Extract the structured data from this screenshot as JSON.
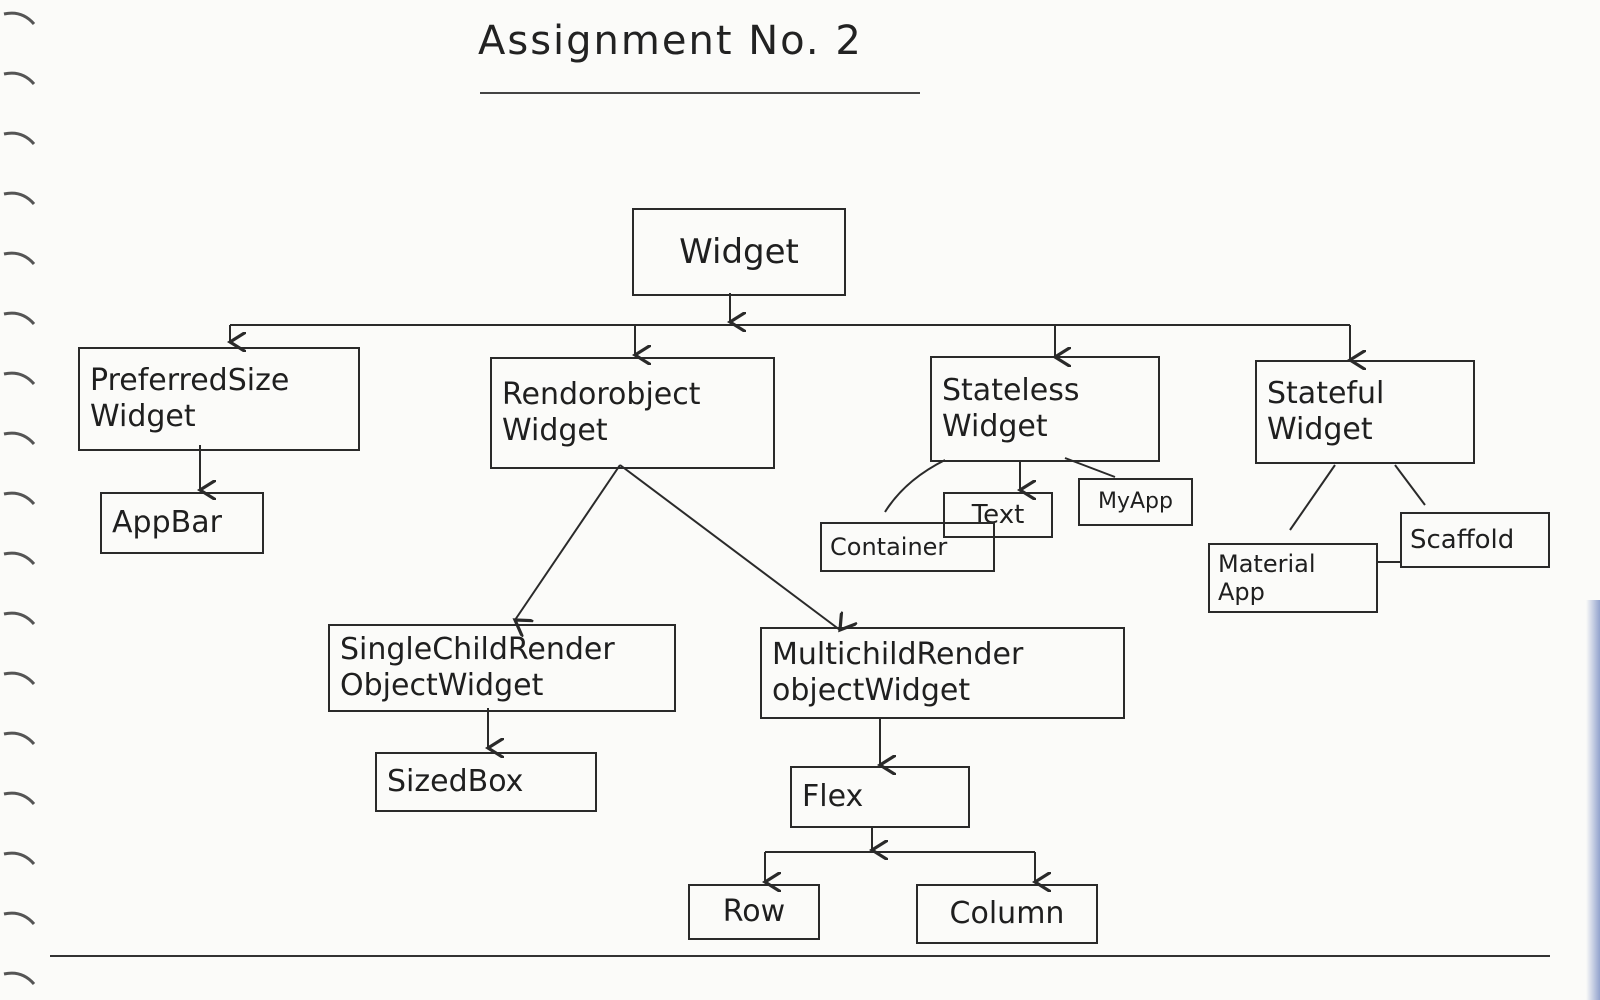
{
  "title": "Assignment No. 2",
  "nodes": {
    "widget": "Widget",
    "preferred_size_widget": "PreferredSize\nWidget",
    "app_bar": "AppBar",
    "render_object_widget": "Rendorobject\nWidget",
    "single_child": "SingleChildRender\nObjectWidget",
    "sized_box": "SizedBox",
    "multi_child": "MultichildRender\nobjectWidget",
    "flex": "Flex",
    "row": "Row",
    "column": "Column",
    "stateless_widget": "Stateless\nWidget",
    "text": "Text",
    "my_app": "MyApp",
    "container": "Container",
    "stateful_widget": "Stateful\nWidget",
    "material_app": "Material\nApp",
    "scaffold": "Scaffold"
  },
  "colors": {
    "ink": "#2a2a2a",
    "paper": "#fbfbf9"
  }
}
